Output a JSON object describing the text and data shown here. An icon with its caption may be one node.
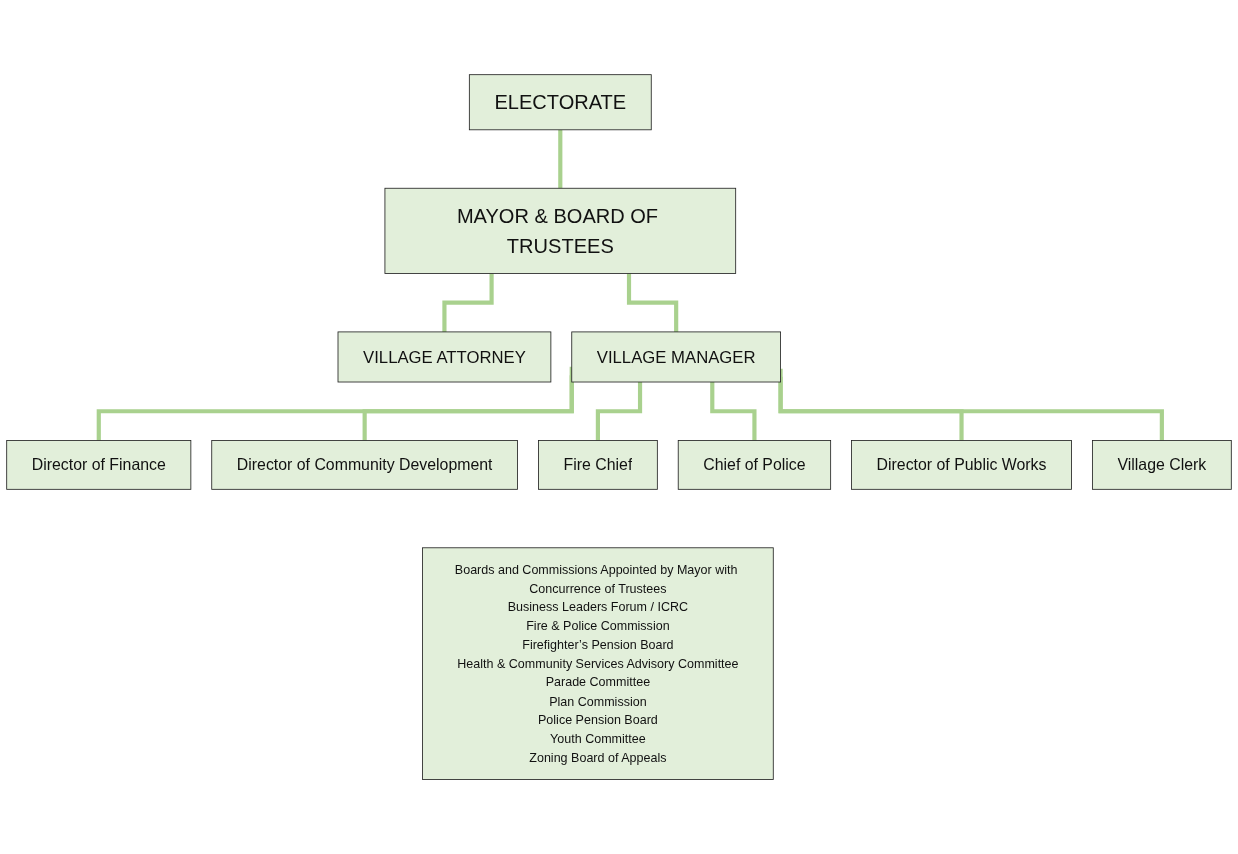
{
  "diagram": {
    "nodes": [
      {
        "text": [
          "ELECTORATE"
        ]
      },
      {
        "text": [
          "MAYOR & BOARD OF TRUSTEES"
        ]
      },
      {
        "text": [
          "VILLAGE ATTORNEY"
        ]
      },
      {
        "text": [
          "VILLAGE MANAGER"
        ]
      },
      {
        "text": [
          "Director of Finance"
        ]
      },
      {
        "text": [
          "Director of Community Development"
        ]
      },
      {
        "text": [
          "Fire Chief"
        ]
      },
      {
        "text": [
          "Chief of Police"
        ]
      },
      {
        "text": [
          "Director of Public Works"
        ]
      },
      {
        "text": [
          "Village Clerk"
        ]
      },
      {
        "text": [
          "Boards and Commissions Appointed by Mayor with Concurrence of Trustees",
          "Business Leaders Forum / ICRC",
          "Fire & Police Commission",
          "Firefighter’s Pension Board",
          "Health & Community Services Advisory Committee",
          "Parade Committee",
          "Plan Commission",
          "Police Pension Board",
          "Youth Committee",
          "Zoning Board of Appeals"
        ]
      }
    ],
    "edges": [
      {
        "from": 0,
        "to": 1,
        "arrow": "none"
      },
      {
        "from": 1,
        "to": 2,
        "arrow": "none"
      },
      {
        "from": 1,
        "to": 3,
        "arrow": "none"
      },
      {
        "from": 3,
        "to": 4,
        "arrow": "none"
      },
      {
        "from": 3,
        "to": 5,
        "arrow": "none"
      },
      {
        "from": 3,
        "to": 6,
        "arrow": "none"
      },
      {
        "from": 3,
        "to": 7,
        "arrow": "none"
      },
      {
        "from": 3,
        "to": 8,
        "arrow": "none"
      },
      {
        "from": 3,
        "to": 9,
        "arrow": "none"
      }
    ]
  }
}
